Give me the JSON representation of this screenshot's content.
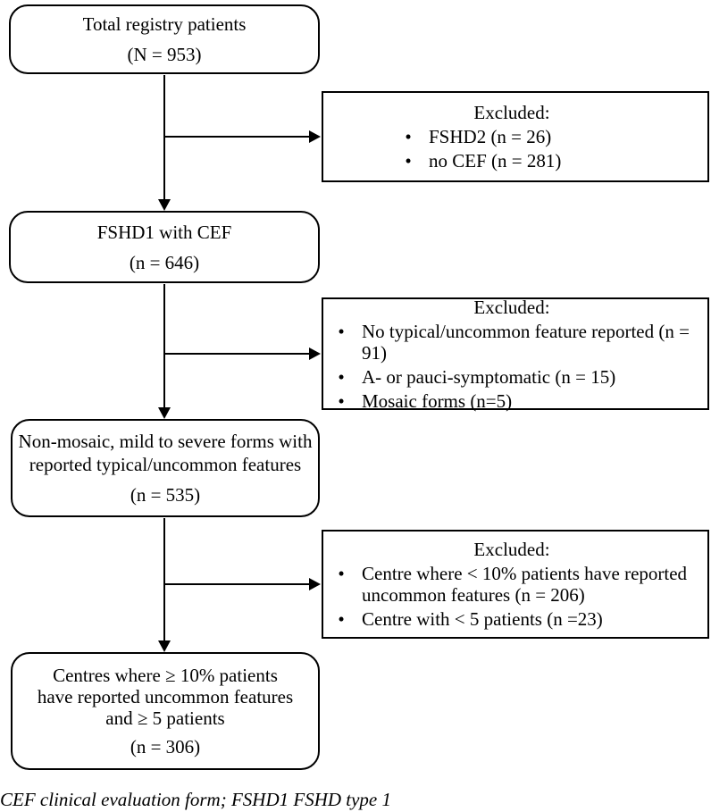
{
  "figure": {
    "bullet_char": "•",
    "main_boxes": [
      {
        "line1": "Total registry patients",
        "count": "(N = 953)"
      },
      {
        "line1": "FSHD1 with CEF",
        "count": "(n = 646)"
      },
      {
        "line1": "Non-mosaic, mild to severe forms with",
        "line2": "reported typical/uncommon features",
        "count": "(n = 535)"
      },
      {
        "line1": "Centres where ≥ 10% patients",
        "line2": "have reported uncommon features",
        "line3": "and ≥ 5 patients",
        "count": "(n = 306)"
      }
    ],
    "excluded_boxes": [
      {
        "title": "Excluded:",
        "item1": "FSHD2 (n = 26)",
        "item2": "no CEF (n = 281)"
      },
      {
        "title": "Excluded:",
        "item1": "No typical/uncommon feature reported (n = 91)",
        "item2": "A- or pauci-symptomatic (n = 15)",
        "item3": "Mosaic forms (n=5)"
      },
      {
        "title": "Excluded:",
        "item1": "Centre where < 10% patients have reported uncommon features (n = 206)",
        "item2": "Centre with < 5 patients (n =23)"
      }
    ],
    "footnote": "CEF clinical evaluation form; FSHD1 FSHD type 1"
  }
}
